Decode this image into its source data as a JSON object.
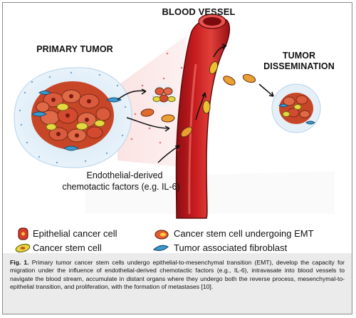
{
  "labels": {
    "blood_vessel": "BLOOD VESSEL",
    "primary_tumor": "PRIMARY TUMOR",
    "tumor_dissemination_line1": "TUMOR",
    "tumor_dissemination_line2": "DISSEMINATION",
    "factors_line1": "Endothelial-derived",
    "factors_line2": "chemotactic factors (e.g. IL-6)"
  },
  "legend": {
    "epithelial": "Epithelial cancer cell",
    "emt": "Cancer stem cell undergoing EMT",
    "stem": "Cancer stem cell",
    "fibroblast": "Tumor associated fibroblast"
  },
  "caption": {
    "fig_label": "Fig. 1.",
    "text": " Primary tumor cancer stem cells undergo epithelial-to-mesenchymal transition (EMT), develop the capacity for migration under the influence of endothelial-derived chemotactic factors (e.g., IL-6), intravasate into blood vessels to navigate the blood stream, accumulate in distant organs where they undergo both the reverse process, mesenchymal-to-epithelial transition, and proliferation, with the formation of metastases [10]."
  },
  "colors": {
    "vessel": "#c0181c",
    "vessel_light": "#e8534f",
    "epithelial": "#d93a2a",
    "stem": "#d9c93a",
    "fibroblast": "#2f8fc0",
    "caption_bg": "#ebebeb"
  }
}
